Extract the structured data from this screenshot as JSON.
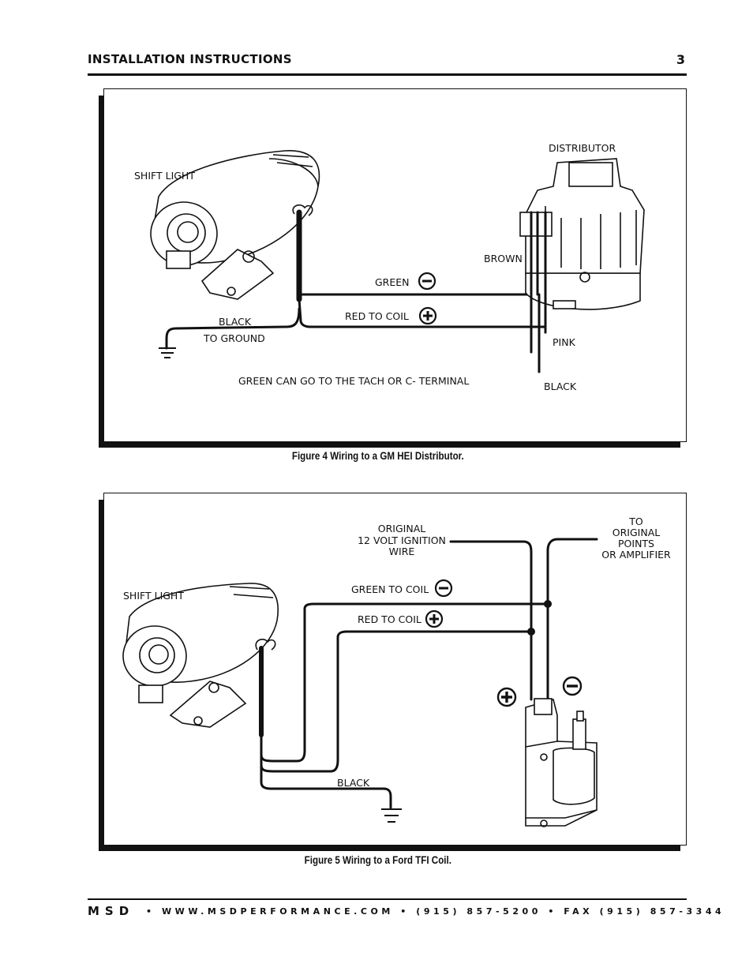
{
  "header": {
    "title": "INSTALLATION INSTRUCTIONS",
    "page_number": "3"
  },
  "figure4": {
    "caption": "Figure 4 Wiring to a GM HEI Distributor.",
    "labels": {
      "distributor": "DISTRIBUTOR",
      "shift_light": "SHIFT LIGHT",
      "brown": "BROWN",
      "green": "GREEN",
      "red_to_coil": "RED TO COIL",
      "black": "BLACK",
      "to_ground": "TO GROUND",
      "pink": "PINK",
      "black_wire": "BLACK",
      "note": "GREEN CAN GO TO THE TACH OR C- TERMINAL"
    }
  },
  "figure5": {
    "caption": "Figure 5 Wiring to a Ford TFI Coil.",
    "labels": {
      "original_1": "ORIGINAL",
      "original_2": "12 VOLT  IGNITION",
      "original_3": "WIRE",
      "to_1": "TO",
      "to_2": "ORIGINAL",
      "to_3": "POINTS",
      "to_4": "OR AMPLIFIER",
      "shift_light": "SHIFT LIGHT",
      "green_to_coil": "GREEN TO COIL",
      "red_to_coil": "RED TO COIL",
      "black": "BLACK"
    }
  },
  "footer": {
    "brand": "MSD",
    "info": "• WWW.MSDPERFORMANCE.COM • (915) 857-5200 • FAX (915) 857-3344"
  }
}
